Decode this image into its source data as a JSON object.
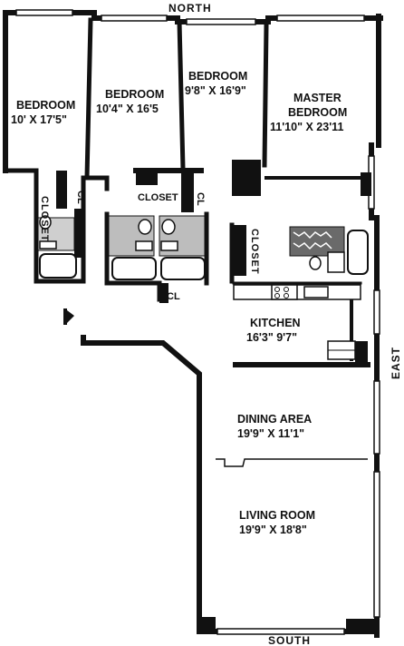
{
  "compass": {
    "north": "NORTH",
    "south": "SOUTH",
    "east": "EAST"
  },
  "rooms": {
    "bedroom1": {
      "name": "BEDROOM",
      "dims": "10' X 17'5\""
    },
    "bedroom2": {
      "name": "BEDROOM",
      "dims": "10'4\" X 16'5"
    },
    "bedroom3": {
      "name": "BEDROOM",
      "dims": "9'8\" X 16'9\""
    },
    "master": {
      "name_line1": "MASTER",
      "name_line2": "BEDROOM",
      "dims": "11'10\" X 23'11"
    },
    "kitchen": {
      "name": "KITCHEN",
      "dims": "16'3\" 9'7\""
    },
    "dining": {
      "name": "DINING AREA",
      "dims": "19'9\" X 11'1\""
    },
    "living": {
      "name": "LIVING ROOM",
      "dims": "19'9\" X 18'8\""
    }
  },
  "closets": {
    "left_closet": "CLOSET",
    "left_cl": "CL",
    "center_closet": "CLOSET",
    "center_cl_right": "CL",
    "center_cl_bottom": "CL",
    "master_closet": "CLOSET"
  },
  "colors": {
    "wall": "#111111",
    "background": "#ffffff"
  }
}
